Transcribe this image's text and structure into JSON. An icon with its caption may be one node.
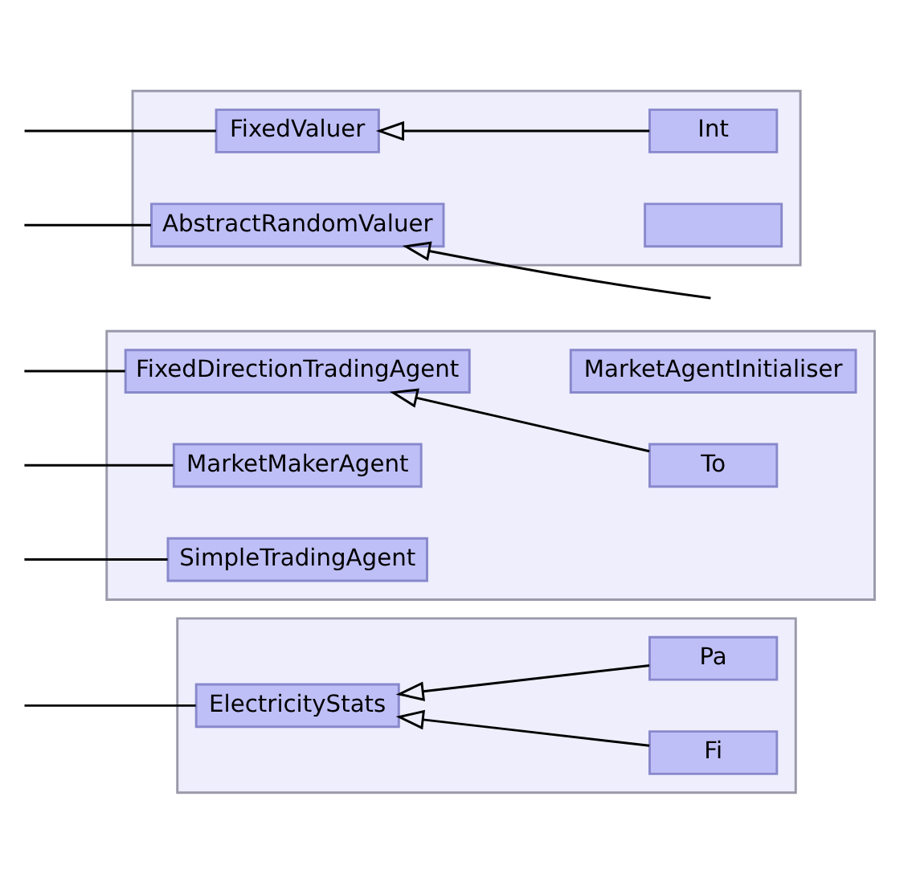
{
  "diagram": {
    "nodes": [
      {
        "text": [],
        "shape": "box"
      },
      {
        "text": [
          "ElectricityStats"
        ],
        "in": 0
      },
      {
        "text": [
          "Pa"
        ],
        "in": 0
      },
      {
        "text": [
          "Fi"
        ],
        "in": 0
      },
      {
        "text": [],
        "shape": "box"
      },
      {
        "text": [
          "FixedDirectionTradingAgent"
        ],
        "in": 4
      },
      {
        "text": [
          "MarketMakerAgent"
        ],
        "in": 4
      },
      {
        "text": [
          "SimpleTradingAgent"
        ],
        "in": 4
      },
      {
        "text": [
          "MarketAgentInitialiser"
        ],
        "in": 4
      },
      {
        "text": [
          "To"
        ],
        "in": 4
      },
      {
        "text": [],
        "shape": "box"
      },
      {
        "text": [
          "FixedValuer"
        ],
        "in": 10
      },
      {
        "text": [
          "AbstractRandomValuer"
        ],
        "in": 10
      },
      {
        "text": [
          "Int"
        ],
        "in": 10
      },
      {
        "text": [],
        "shape": "box",
        "in": 10
      }
    ],
    "edges": [
      {
        "from": 2,
        "to": 1,
        "arrow": "to"
      },
      {
        "from": 3,
        "to": 1,
        "arrow": "to"
      },
      {
        "from": 1,
        "to": null,
        "arrow": "none"
      },
      {
        "from": 9,
        "to": 5,
        "arrow": "to"
      },
      {
        "from": 5,
        "to": null,
        "arrow": "none"
      },
      {
        "from": 6,
        "to": null,
        "arrow": "none"
      },
      {
        "from": 7,
        "to": null,
        "arrow": "none"
      },
      {
        "from": 13,
        "to": 11,
        "arrow": "to"
      },
      {
        "from": 11,
        "to": null,
        "arrow": "none"
      },
      {
        "from": null,
        "to": 12,
        "arrow": "to"
      },
      {
        "from": 12,
        "to": null,
        "arrow": "none"
      }
    ]
  }
}
